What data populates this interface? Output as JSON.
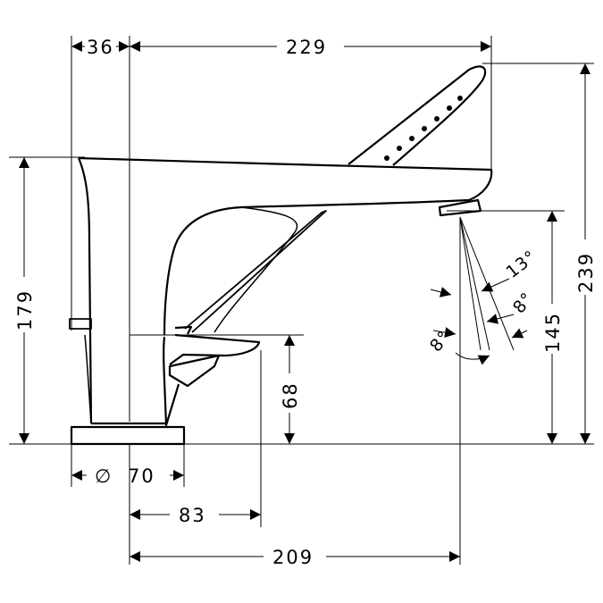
{
  "dimensions": {
    "d36": "36",
    "d229": "229",
    "d239": "239",
    "d179": "179",
    "d145": "145",
    "d68": "68",
    "d70": "70",
    "d83": "83",
    "d209": "209",
    "diameter_symbol": "∅"
  },
  "angles": {
    "a13": "13°",
    "a8_right": "8°",
    "a8_left": "8°"
  }
}
